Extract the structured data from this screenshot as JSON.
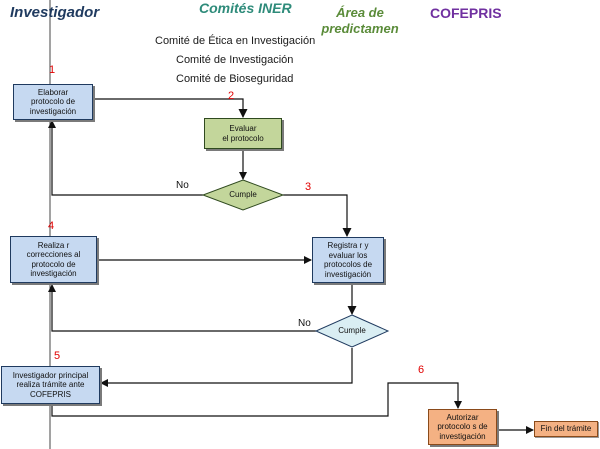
{
  "lanes": {
    "investigador": "Investigador",
    "comites": "Comités INER",
    "area": "Área de predictamen",
    "cofepris": "COFEPRIS"
  },
  "colors": {
    "investigador": "#1f3a5f",
    "comites": "#2e8b7a",
    "area": "#5b8c3a",
    "cofepris": "#7030a0",
    "step_numbers": "#e00000"
  },
  "committees": [
    "Comité de Ética en Investigación",
    "Comité de Investigación",
    "Comité de Bioseguridad"
  ],
  "nodes": {
    "elaborar": "Elaborar\nprotocolo de\ninvestigación",
    "evaluar": "Evaluar\nel protocolo",
    "cumple1": "Cumple",
    "realizar": "Realiza r\ncorrecciones al\nprotocolo de\ninvestigación",
    "registrar": "Registra r y\nevaluar  los\nprotocolos de\ninvestigación",
    "cumple2": "Cumple",
    "tramite": "Investigador  principal\nrealiza trámite ante\nCOFEPRIS",
    "autorizar": "Autorizar\nprotocolo s de\ninvestigación",
    "fin": "Fin  del trámite"
  },
  "decision_labels": {
    "no1": "No",
    "no2": "No"
  },
  "steps": [
    "1",
    "2",
    "3",
    "4",
    "5",
    "6"
  ]
}
